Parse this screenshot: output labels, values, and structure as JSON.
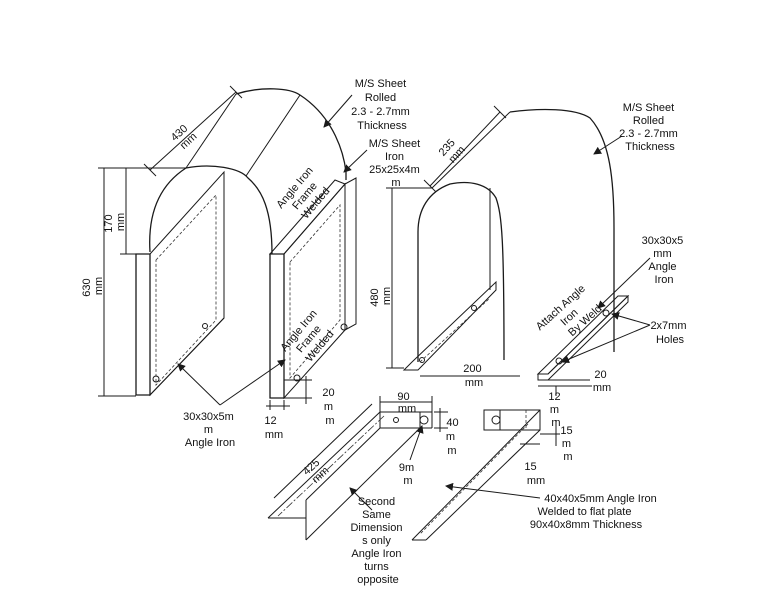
{
  "labels": {
    "ms_sheet_left": [
      "M/S Sheet",
      "Rolled",
      "2.3 - 2.7mm",
      "Thickness"
    ],
    "ms_sheet_iron": [
      "M/S Sheet",
      "Iron",
      "25x25x4m",
      "m"
    ],
    "ms_sheet_right": [
      "M/S Sheet",
      "Rolled",
      "2.3 - 2.7mm",
      "Thickness"
    ],
    "frame_top": [
      "Angle Iron",
      "Frame",
      "Welded"
    ],
    "frame_bottom": [
      "Angle Iron",
      "Frame",
      "Welded"
    ],
    "angle_iron_left": [
      "30x30x5m",
      "m",
      "Angle Iron"
    ],
    "angle_iron_right": [
      "30x30x5",
      "mm",
      "Angle",
      "Iron"
    ],
    "attach": [
      "Attach Angle",
      "Iron",
      "By Weld"
    ],
    "holes": [
      "2x7mm",
      "Holes"
    ],
    "second_same": [
      "Second",
      "Same",
      "Dimension",
      "s only",
      "Angle Iron",
      "turns",
      "opposite"
    ],
    "welded_plate": [
      "40x40x5mm Angle Iron",
      "Welded to flat plate",
      "90x40x8mm Thickness"
    ]
  },
  "dimensions": {
    "d430": [
      "430",
      "mm"
    ],
    "d630": [
      "630",
      "mm"
    ],
    "d170": [
      "170",
      "mm"
    ],
    "d235": [
      "235",
      "mm"
    ],
    "d480": [
      "480",
      "mm"
    ],
    "d200": [
      "200",
      "mm"
    ],
    "d20_left": [
      "20",
      "m",
      "m"
    ],
    "d12_left": [
      "12",
      "mm"
    ],
    "d20_right": [
      "20",
      "mm"
    ],
    "d12_right": [
      "12",
      "m",
      "m"
    ],
    "d90": [
      "90",
      "mm"
    ],
    "d40": [
      "40",
      "m",
      "m"
    ],
    "d9": [
      "9m",
      "m"
    ],
    "d425": [
      "425",
      "mm"
    ],
    "d15_side": [
      "15",
      "m",
      "m"
    ],
    "d15_bottom": [
      "15",
      "mm"
    ]
  }
}
